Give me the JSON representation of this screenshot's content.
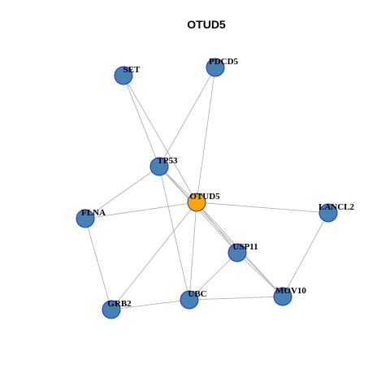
{
  "title": "OTUD5",
  "colors": {
    "node_fill": "#4682b4",
    "center_fill": "#ffa500",
    "node_border": "#1c2fd0",
    "edge": "#a9a9a9"
  },
  "nodes": [
    {
      "id": "SET",
      "label": "SET",
      "center": false
    },
    {
      "id": "PDCD5",
      "label": "PDCD5",
      "center": false
    },
    {
      "id": "TP53",
      "label": "TP53",
      "center": false
    },
    {
      "id": "OTUD5",
      "label": "OTUD5",
      "center": true
    },
    {
      "id": "FLNA",
      "label": "FLNA",
      "center": false
    },
    {
      "id": "LANCL2",
      "label": "LANCL2",
      "center": false
    },
    {
      "id": "USP11",
      "label": "USP11",
      "center": false
    },
    {
      "id": "MOV10",
      "label": "MOV10",
      "center": false
    },
    {
      "id": "UBC",
      "label": "UBC",
      "center": false
    },
    {
      "id": "GRB2",
      "label": "GRB2",
      "center": false
    }
  ],
  "edges": [
    [
      "SET",
      "TP53"
    ],
    [
      "SET",
      "OTUD5"
    ],
    [
      "PDCD5",
      "TP53"
    ],
    [
      "PDCD5",
      "OTUD5"
    ],
    [
      "TP53",
      "OTUD5"
    ],
    [
      "TP53",
      "FLNA"
    ],
    [
      "TP53",
      "USP11"
    ],
    [
      "TP53",
      "MOV10"
    ],
    [
      "TP53",
      "UBC"
    ],
    [
      "OTUD5",
      "FLNA"
    ],
    [
      "OTUD5",
      "LANCL2"
    ],
    [
      "OTUD5",
      "USP11"
    ],
    [
      "OTUD5",
      "MOV10"
    ],
    [
      "OTUD5",
      "UBC"
    ],
    [
      "OTUD5",
      "GRB2"
    ],
    [
      "FLNA",
      "GRB2"
    ],
    [
      "LANCL2",
      "MOV10"
    ],
    [
      "USP11",
      "UBC"
    ],
    [
      "USP11",
      "MOV10"
    ],
    [
      "UBC",
      "GRB2"
    ],
    [
      "UBC",
      "MOV10"
    ]
  ]
}
